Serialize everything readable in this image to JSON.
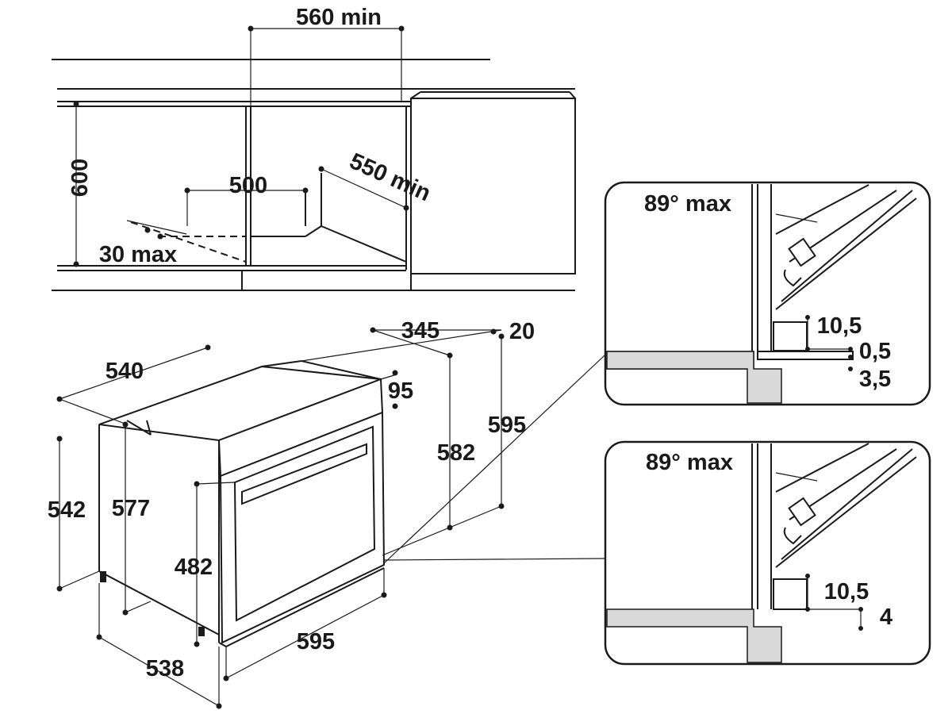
{
  "colors": {
    "line": "#1a1a1a",
    "background": "#ffffff",
    "hatch": "#d9d9d9"
  },
  "niche": {
    "width_min": "560 min",
    "height": "600",
    "depth_opening": "500",
    "depth_min": "550 min",
    "rear_max": "30 max"
  },
  "oven": {
    "top_depth": "540",
    "top_offset": "345",
    "top_gap": "20",
    "panel_depth": "95",
    "body_height": "542",
    "side_height": "577",
    "overall_height": "582",
    "front_height": "595",
    "door_height": "482",
    "width": "595",
    "depth": "538"
  },
  "detail_top": {
    "angle": "89° max",
    "d1": "10,5",
    "d2": "0,5",
    "d3": "3,5"
  },
  "detail_bottom": {
    "angle": "89° max",
    "d1": "10,5",
    "d2": "4"
  }
}
